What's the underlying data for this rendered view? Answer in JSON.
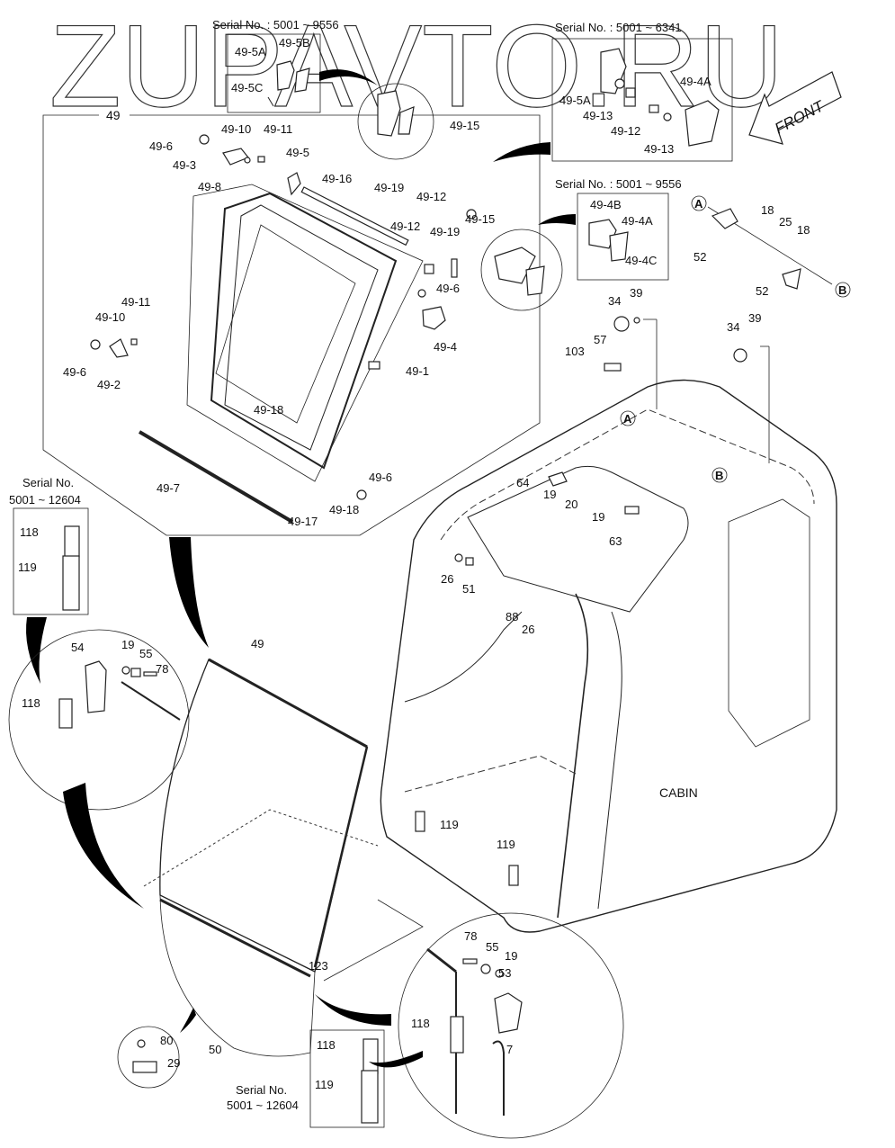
{
  "watermark": "ZUPAVTO.RU",
  "orientation": {
    "label": "FRONT",
    "icon": "front-arrow-icon"
  },
  "assembly_label": "CABIN",
  "group_box": {
    "label": "49"
  },
  "serial_insets": [
    {
      "id": "latch-upper",
      "title": "Serial No. : 5001 ~ 9556",
      "parts": [
        "49-5A",
        "49-5B",
        "49-5C"
      ]
    },
    {
      "id": "latch-hinge",
      "title": "Serial No. : 5001 ~ 6341",
      "parts": [
        "49-5A",
        "49-13",
        "49-12",
        "49-13",
        "49-4A"
      ]
    },
    {
      "id": "latch-lower",
      "title": "Serial No. : 5001 ~ 9556",
      "parts": [
        "49-4B",
        "49-4A",
        "49-4C"
      ]
    },
    {
      "id": "stopper-left",
      "title_line1": "Serial No.",
      "title_line2": "5001 ~ 12604",
      "parts": [
        "118",
        "119"
      ]
    },
    {
      "id": "stopper-bottom",
      "title_line1": "Serial No.",
      "title_line2": "5001 ~ 12604",
      "parts": [
        "118",
        "119"
      ]
    }
  ],
  "callouts": {
    "door_group": [
      "49-6",
      "49-3",
      "49-10",
      "49-11",
      "49-5",
      "49-16",
      "49-8",
      "49-19",
      "49-12",
      "49-15",
      "49-12",
      "49-19",
      "49-15",
      "49-6",
      "49-4",
      "49-1",
      "49-11",
      "49-10",
      "49-6",
      "49-2",
      "49-18",
      "49-7",
      "49-17",
      "49-18",
      "49-6"
    ],
    "roof": [
      "18",
      "25",
      "18",
      "52",
      "52",
      "34",
      "39",
      "103",
      "57",
      "34",
      "39"
    ],
    "frame": [
      "64",
      "19",
      "20",
      "19",
      "63",
      "26",
      "51",
      "88",
      "26",
      "119",
      "119"
    ],
    "left_detail": [
      "54",
      "19",
      "55",
      "78",
      "118"
    ],
    "lower_door": [
      "49",
      "123",
      "50",
      "80",
      "29"
    ],
    "right_detail": [
      "78",
      "55",
      "19",
      "53",
      "118",
      "7"
    ]
  },
  "reference_markers": [
    "A",
    "B",
    "A",
    "B"
  ]
}
